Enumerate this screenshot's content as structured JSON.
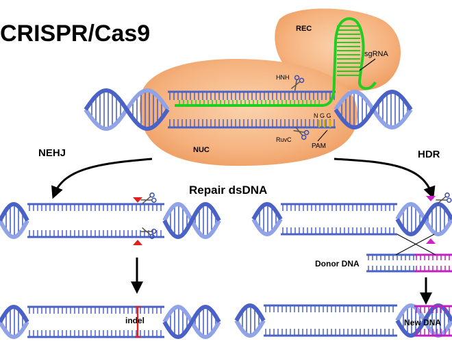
{
  "title": "CRISPR/Cas9",
  "protein": {
    "rec_label": "REC",
    "nuc_label": "NUC"
  },
  "labels": {
    "sgrna": "sgRNA",
    "hnh": "HNH",
    "ruvc": "RuvC",
    "pam": "PAM",
    "pam_seq": "N G G",
    "nehj": "NEHJ",
    "hdr": "HDR",
    "repair": "Repair dsDNA",
    "donor_dna": "Donor DNA",
    "indel": "indel",
    "new_dna": "New DNA"
  },
  "colors": {
    "protein": "#f5b27e",
    "protein_edge": "#e79a5f",
    "dna": "#4a62c6",
    "dna_light": "#8fa3e6",
    "rna": "#22cc22",
    "pam": "#c9b400",
    "cut_red": "#e02020",
    "cut_magenta": "#d020c8",
    "donor": "#c020c0"
  },
  "icons": {
    "scissors": "scissors-icon",
    "arrow": "arrow-icon"
  }
}
